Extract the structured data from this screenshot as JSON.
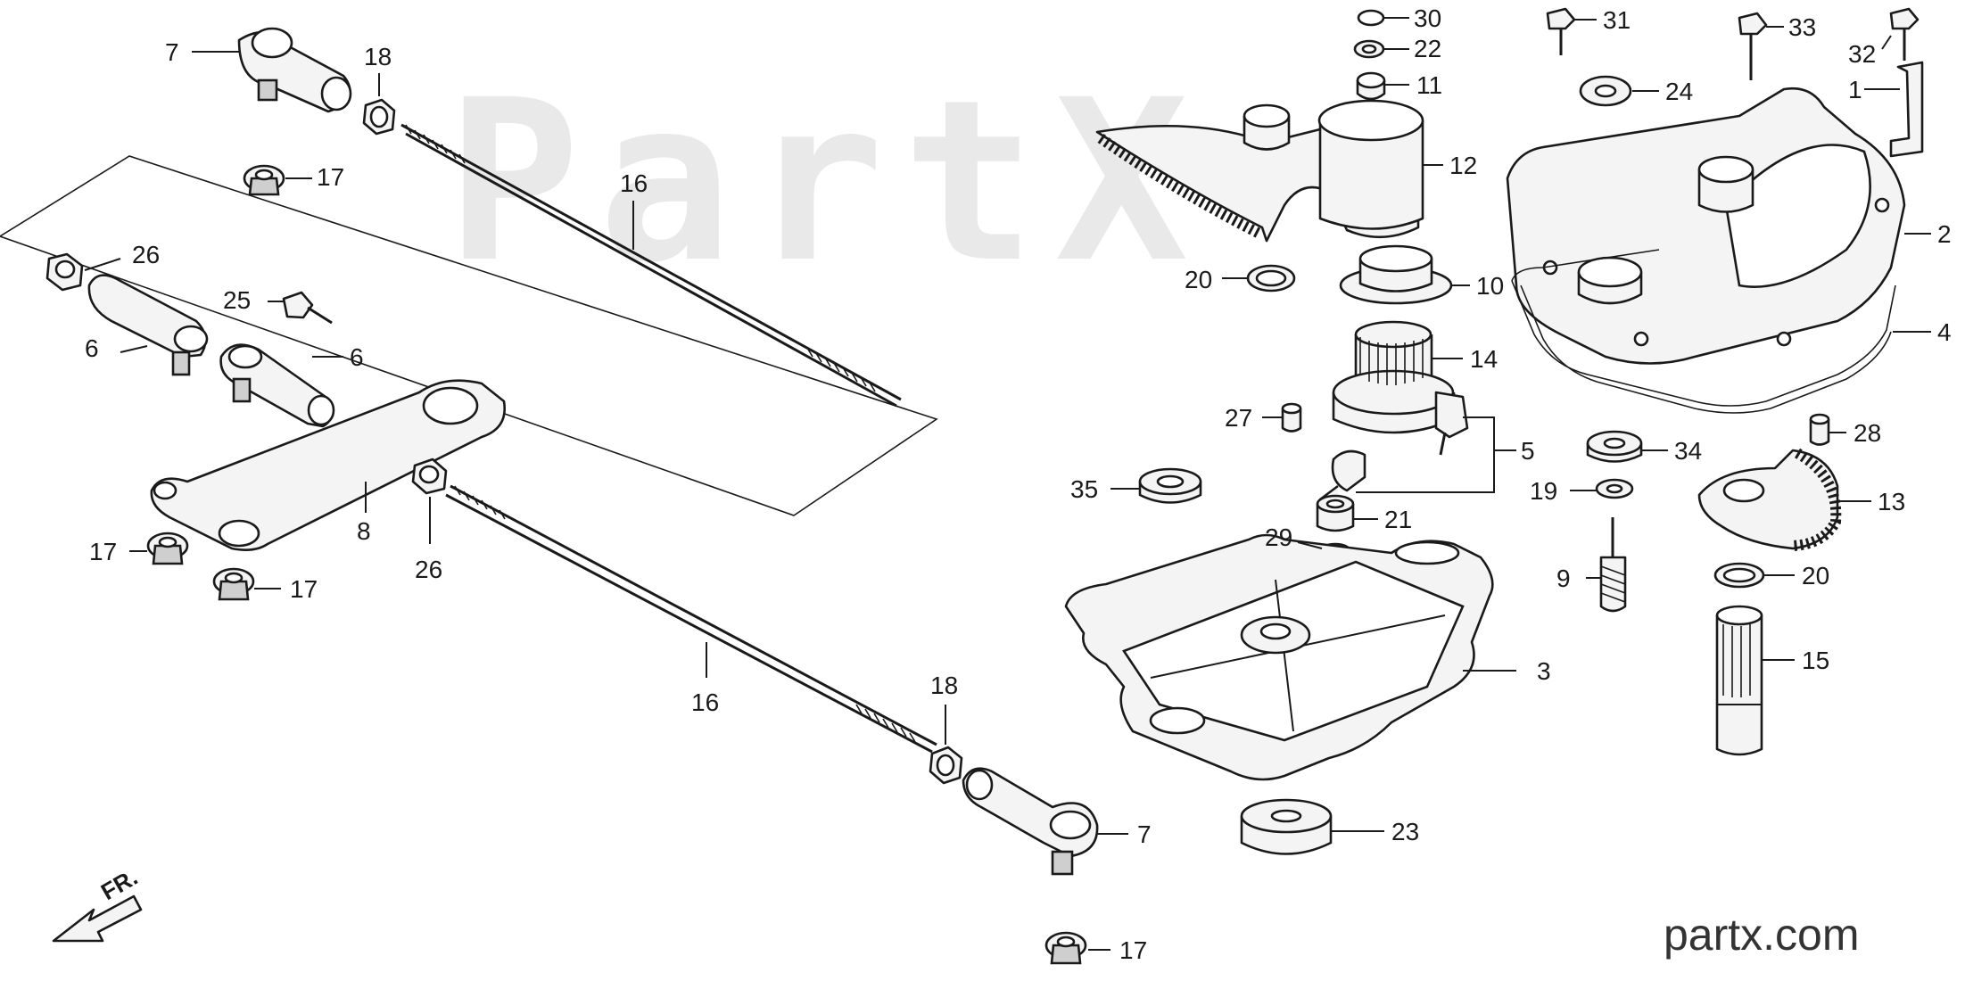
{
  "watermark": "PartX",
  "site_label": "partx.com",
  "direction_label": "FR.",
  "callouts": {
    "c1": "1",
    "c2": "2",
    "c3": "3",
    "c4": "4",
    "c5": "5",
    "c6a": "6",
    "c6b": "6",
    "c7a": "7",
    "c7b": "7",
    "c8": "8",
    "c9": "9",
    "c10": "10",
    "c11": "11",
    "c12": "12",
    "c13": "13",
    "c14": "14",
    "c15": "15",
    "c16a": "16",
    "c16b": "16",
    "c17a": "17",
    "c17b": "17",
    "c17c": "17",
    "c17d": "17",
    "c18a": "18",
    "c18b": "18",
    "c19": "19",
    "c20a": "20",
    "c20b": "20",
    "c21": "21",
    "c22": "22",
    "c23": "23",
    "c24": "24",
    "c25": "25",
    "c26a": "26",
    "c26b": "26",
    "c27": "27",
    "c28": "28",
    "c29": "29",
    "c30": "30",
    "c31": "31",
    "c32": "32",
    "c33": "33",
    "c34": "34",
    "c35": "35"
  }
}
